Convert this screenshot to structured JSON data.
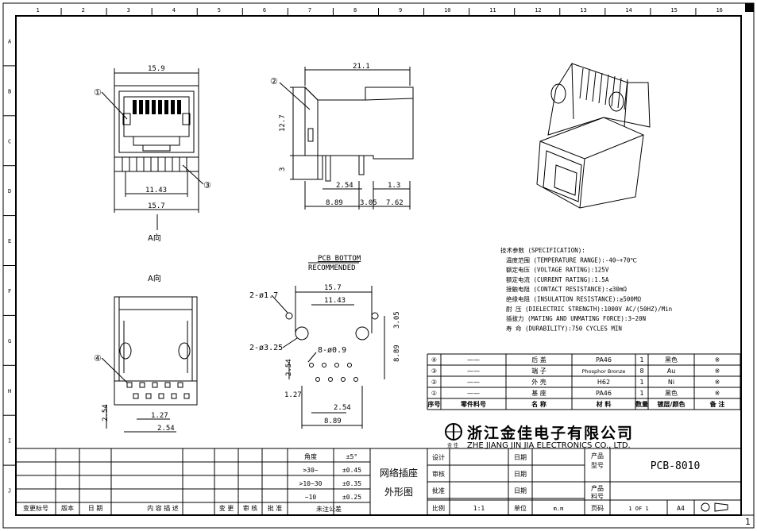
{
  "grid": {
    "cols": [
      "1",
      "2",
      "3",
      "4",
      "5",
      "6",
      "7",
      "8",
      "9",
      "10",
      "11",
      "12",
      "13",
      "14",
      "15",
      "16"
    ],
    "rows": [
      "A",
      "B",
      "C",
      "D",
      "E",
      "F",
      "G",
      "H",
      "I",
      "J"
    ]
  },
  "front_view": {
    "top_width": "15.9",
    "pin_span": "11.43",
    "bottom_width": "15.7",
    "callout_1": "①",
    "callout_3": "③",
    "caption": "A向"
  },
  "side_view": {
    "callout_2": "②",
    "length": "21.1",
    "height": "12.7",
    "pin_len": "3",
    "dims": [
      "2.54",
      "1.3",
      "8.89",
      "3.05",
      "7.62"
    ]
  },
  "pcb": {
    "title": "PCB BOTTOM",
    "subtitle": "RECOMMENDED",
    "holes_large": "2-ø1.7",
    "holes_mid": "2-ø3.25",
    "holes_small": "8-ø0.9",
    "width": "15.7",
    "inner": "11.43",
    "v1": "3.05",
    "v2": "8.89",
    "v3": "2.54",
    "h1": "1.27",
    "h2": "2.54",
    "h3": "8.89"
  },
  "bottom_view": {
    "caption": "A向",
    "callout_4": "④",
    "d1": "2.54",
    "d2": "1.27",
    "d3": "2.54"
  },
  "spec": {
    "lines": [
      "技术参数 (SPECIFICATION):",
      "温度范围 (TEMPERATURE RANGE):-40~+70℃",
      "额定电压 (VOLTAGE RATING):125V",
      "额定电流 (CURRENT RATING):1.5A",
      "接触电阻 (CONTACT RESISTANCE):≤30mΩ",
      "绝缘电阻 (INSULATION RESISTANCE):≥500MΩ",
      "耐  压 (DIELECTRIC STRENGTH):1000V AC/(50HZ)/Min",
      "插拔力 (MATING AND UNMATING FORCE):3~20N",
      "寿  命 (DURABILITY):750 CYCLES MIN"
    ]
  },
  "bom": {
    "rows": [
      {
        "no": "④",
        "part": "——",
        "name": "后  盖",
        "material": "PA46",
        "qty": "1",
        "color": "黑色",
        "note": "※"
      },
      {
        "no": "③",
        "part": "——",
        "name": "端  子",
        "material": "Phosphor Bronze",
        "qty": "8",
        "color": "Au",
        "note": "※"
      },
      {
        "no": "②",
        "part": "——",
        "name": "外  壳",
        "material": "H62",
        "qty": "1",
        "color": "Ni",
        "note": "※"
      },
      {
        "no": "①",
        "part": "——",
        "name": "基  座",
        "material": "PA46",
        "qty": "1",
        "color": "黑色",
        "note": "※"
      }
    ],
    "header": [
      "序号",
      "零件料号",
      "名  称",
      "材  料",
      "数量",
      "镀层/颜色",
      "备  注"
    ]
  },
  "company": {
    "name_cn": "浙江金佳电子有限公司",
    "name_en": "ZHE  JIANG  JIN  JIA  ELECTRONICS  CO., LTD.",
    "logo_sub": "金  佳"
  },
  "title_block": {
    "tol_head": [
      "角度",
      "±5°"
    ],
    "tol_rows": [
      [
        ">30~",
        "±0.45"
      ],
      [
        ">10~30",
        "±0.35"
      ],
      [
        "~10",
        "±0.25"
      ]
    ],
    "tol_foot": "未注公差",
    "product_cn_1": "网络插座",
    "product_cn_2": "外形图",
    "labels_left": [
      "设计",
      "审核",
      "批准"
    ],
    "date_label": "日期",
    "product_no_label_1": "产品",
    "product_no_label_2": "型号",
    "product_no": "PCB-8010",
    "material_label_1": "产品",
    "material_label_2": "料号",
    "ratio_label": "比例",
    "ratio": "1:1",
    "unit_label": "单位",
    "unit": "m.m",
    "page_label": "页码",
    "page": "1 OF 1",
    "size": "A4",
    "rev_head": [
      "变更标号",
      "版本",
      "日  期",
      "内 容 描 述",
      "变  更",
      "审 核",
      "批 准"
    ],
    "sheet_no": "1"
  }
}
